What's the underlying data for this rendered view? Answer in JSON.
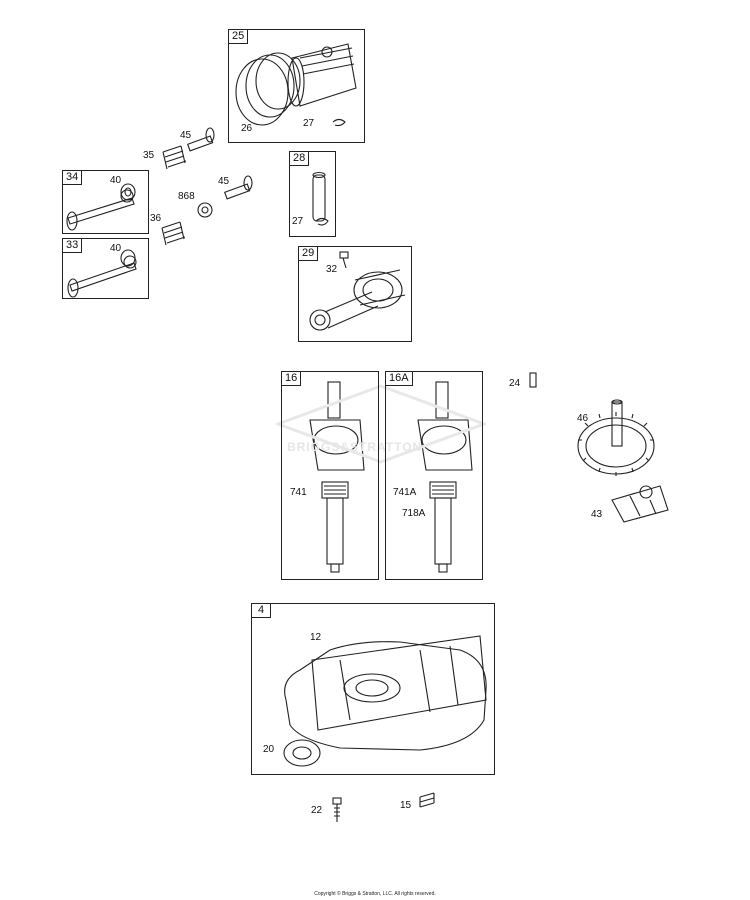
{
  "boxes": {
    "b25": "25",
    "b28": "28",
    "b34": "34",
    "b33": "33",
    "b29": "29",
    "b16": "16",
    "b16a": "16A",
    "b4": "4"
  },
  "labels": {
    "l45a": "45",
    "l35": "35",
    "l40a": "40",
    "l868": "868",
    "l45b": "45",
    "l36": "36",
    "l40b": "40",
    "l26": "26",
    "l27a": "27",
    "l27b": "27",
    "l32": "32",
    "l741": "741",
    "l741a": "741A",
    "l718a": "718A",
    "l24": "24",
    "l46": "46",
    "l43": "43",
    "l12": "12",
    "l20": "20",
    "l22": "22",
    "l15": "15"
  },
  "watermark_text": "BRIGGS&STRATTON",
  "copyright": "Copyright © Briggs & Stratton, LLC. All rights reserved."
}
